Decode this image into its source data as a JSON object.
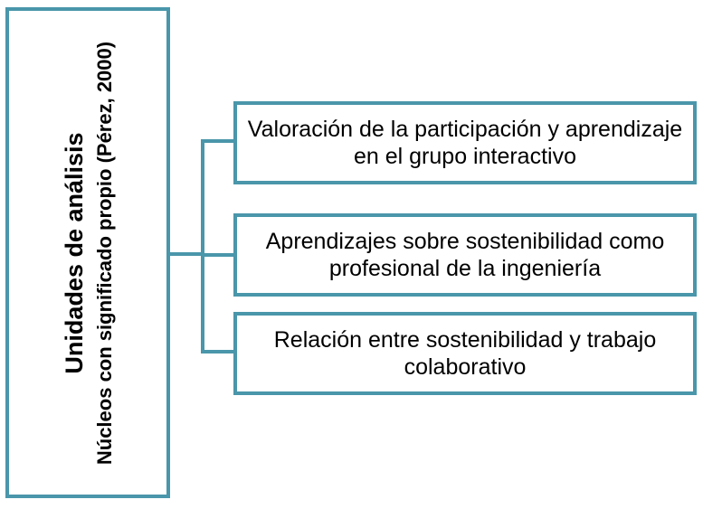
{
  "root": {
    "title": "Unidades de análisis",
    "subtitle": "Núcleos con significado propio (Pérez, 2000)"
  },
  "children": [
    {
      "label": "Valoración de la participación y aprendizaje en el grupo interactivo"
    },
    {
      "label": "Aprendizajes sobre sostenibilidad como profesional de la ingeniería"
    },
    {
      "label": "Relación entre sostenibilidad y trabajo colaborativo"
    }
  ],
  "colors": {
    "border": "#4a96aa",
    "text": "#000000",
    "background": "#ffffff"
  }
}
